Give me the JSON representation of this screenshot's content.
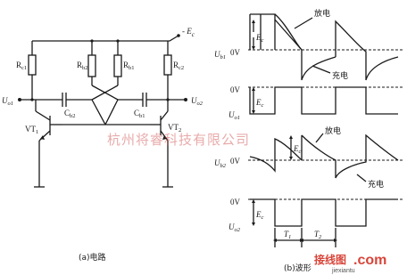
{
  "circuit": {
    "supply": "- E",
    "supply_sub": "c",
    "r_c1": "R",
    "r_c1_sub": "c1",
    "r_b2": "R",
    "r_b2_sub": "b2",
    "r_b1": "R",
    "r_b1_sub": "b1",
    "r_c2": "R",
    "r_c2_sub": "c2",
    "c_b2": "C",
    "c_b2_sub": "b2",
    "c_b1": "C",
    "c_b1_sub": "b1",
    "u_o1": "U",
    "u_o1_sub": "o1",
    "u_o2": "U",
    "u_o2_sub": "o2",
    "vt1": "VT",
    "vt1_sub": "1",
    "vt2": "VT",
    "vt2_sub": "2",
    "caption": "(a)电路"
  },
  "waveforms": {
    "discharge_top": "放电",
    "charge_top": "充电",
    "discharge_mid": "放电",
    "charge_mid": "充电",
    "ub1_label": "U",
    "ub1_sub": "b1",
    "zero_v_1": "0V",
    "ec_1": "E",
    "ec_1_sub": "c",
    "zero_v_2": "0V",
    "ec_2": "E",
    "ec_2_sub": "c",
    "uo1_label": "U",
    "uo1_sub": "o1",
    "ub2_label": "U",
    "ub2_sub": "b2",
    "zero_v_3": "0V",
    "ec_3": "E",
    "ec_3_sub": "c",
    "zero_v_4": "0V",
    "ec_4": "E",
    "ec_4_sub": "c",
    "uo2_label": "U",
    "uo2_sub": "o2",
    "t1": "T",
    "t1_sub": "1",
    "t2": "T",
    "t2_sub": "2",
    "caption": "(b)波形"
  },
  "watermark": {
    "text": "杭州将睿科技有限公司",
    "logo_cn": "接线图",
    "logo_com": ".com",
    "url": "jiexiantu"
  }
}
